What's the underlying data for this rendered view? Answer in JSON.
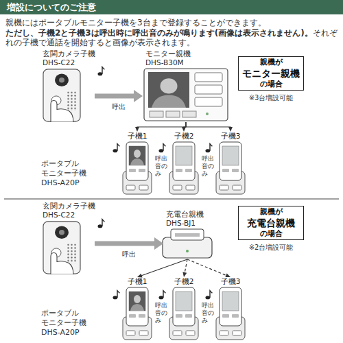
{
  "diagram": {
    "title": "増設についてのご注意",
    "nodes": [
      {
        "text": [
          "玄関カメラ子機",
          "DHS-C22"
        ]
      },
      {
        "text": [
          "モニター親機",
          "DHS-B30M"
        ]
      },
      {
        "text": [
          "親機が",
          "モニター親機",
          "の場合"
        ]
      },
      {
        "text": [
          "子機1"
        ]
      },
      {
        "text": [
          "子機2"
        ]
      },
      {
        "text": [
          "子機3"
        ]
      },
      {
        "text": [
          "玄関カメラ子機",
          "DHS-C22"
        ]
      },
      {
        "text": [
          "充電台親機",
          "DHS-BJ1"
        ]
      },
      {
        "text": [
          "親機が",
          "充電台親機",
          "の場合"
        ]
      },
      {
        "text": [
          "子機1"
        ]
      },
      {
        "text": [
          "子機2"
        ]
      },
      {
        "text": [
          "子機3"
        ]
      }
    ],
    "edges": [
      {
        "from": 0,
        "to": 1,
        "arrow": "to",
        "label": "呼出"
      },
      {
        "from": 1,
        "to": 3,
        "arrow": "to"
      },
      {
        "from": 1,
        "to": 4,
        "arrow": "to"
      },
      {
        "from": 1,
        "to": 5,
        "arrow": "to"
      },
      {
        "from": 6,
        "to": 7,
        "arrow": "to",
        "label": "呼出"
      },
      {
        "from": 7,
        "to": 9,
        "arrow": "to"
      },
      {
        "from": 7,
        "to": 10,
        "arrow": "to"
      },
      {
        "from": 7,
        "to": 11,
        "arrow": "to"
      }
    ],
    "labels": [
      "親機にはポータブルモニター子機を3台まで登録することができます。",
      "ただし、子機2と子機3は呼出時に呼出音のみが鳴ります(画像は表示されません)。",
      "それぞれの子機で通話を開始すると画像が表示されます。",
      "※3台増設可能",
      "呼出音のみ",
      "呼出音のみ",
      "ポータブル モニター子機 DHS-A20P",
      "※2台増設可能",
      "呼出音のみ",
      "呼出音のみ",
      "ポータブル モニター子機 DHS-A20P"
    ]
  }
}
